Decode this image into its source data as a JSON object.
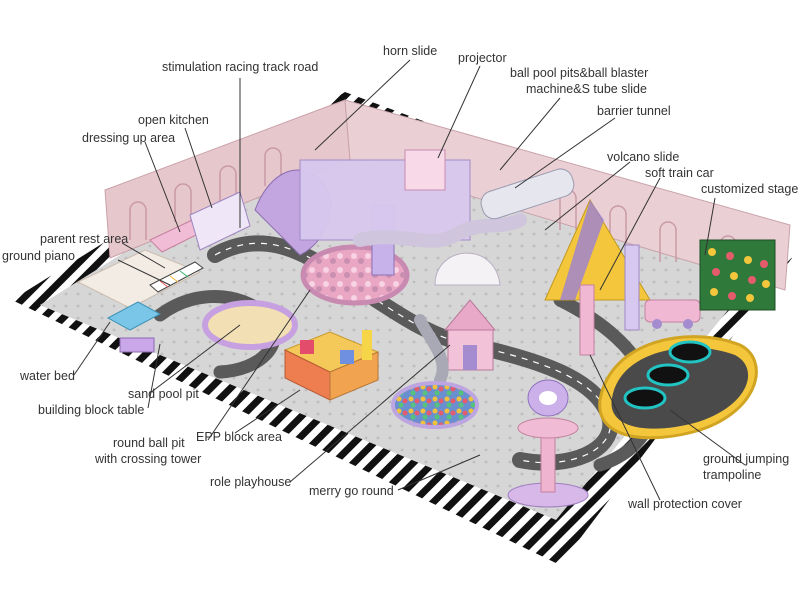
{
  "labels": {
    "stimulation_racing_track_road": "stimulation racing track road",
    "horn_slide": "horn slide",
    "projector": "projector",
    "ball_pool_line1": "ball pool pits&ball blaster",
    "ball_pool_line2": "machine&S tube slide",
    "open_kitchen": "open kitchen",
    "dressing_up_area": "dressing up area",
    "barrier_tunnel": "barrier tunnel",
    "volcano_slide": "volcano slide",
    "soft_train_car": "soft train car",
    "customized_stage": "customized stage",
    "parent_rest_area": "parent rest area",
    "ground_piano": "ground piano",
    "water_bed": "water bed",
    "sand_pool_pit": "sand pool pit",
    "building_block_table": "building block table",
    "round_ball_pit_line1": "round ball pit",
    "round_ball_pit_line2": "with crossing tower",
    "epp_block_area": "EPP block area",
    "role_playhouse": "role playhouse",
    "merry_go_round": "merry go round",
    "ground_jumping_line1": "ground jumping",
    "ground_jumping_line2": "trampoline",
    "wall_protection_cover": "wall protection cover"
  },
  "colors": {
    "floor": "#d9d9d9",
    "track": "#5a5a5a",
    "wall": "#e6c7cc",
    "pink": "#e7a9c6",
    "purple": "#b49ad8",
    "lavender": "#d9c8ee",
    "yellow": "#f3c63b",
    "teal": "#22c3c3",
    "leader": "#333333",
    "text": "#333333"
  }
}
